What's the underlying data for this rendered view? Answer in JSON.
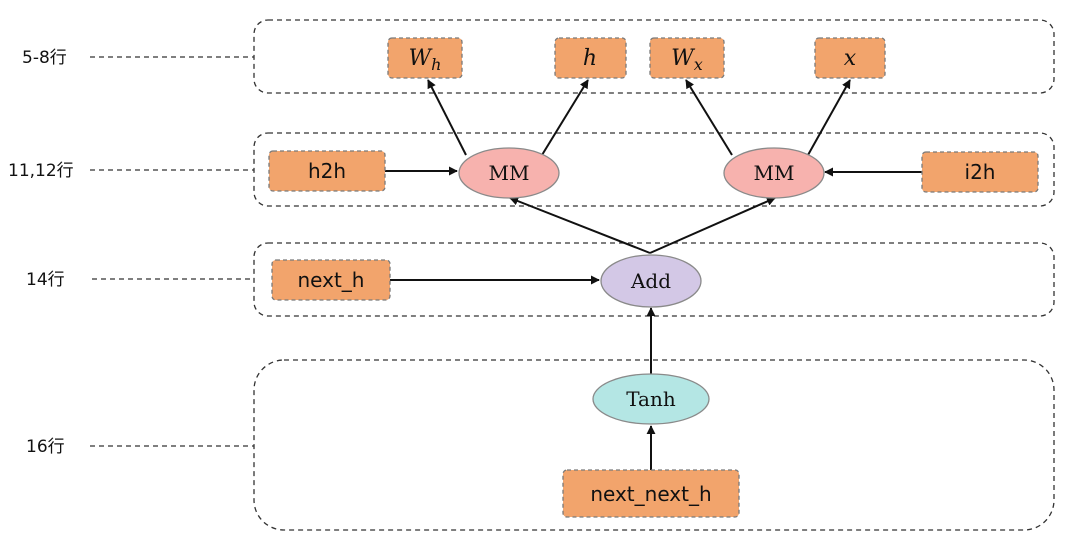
{
  "row_labels": {
    "lines_5_8": "5-8行",
    "lines_11_12": "11,12行",
    "line_14": "14行",
    "line_16": "16行"
  },
  "variables": {
    "w_h": {
      "base": "W",
      "sub": "h"
    },
    "h": "h",
    "w_x": {
      "base": "W",
      "sub": "x"
    },
    "x": "x",
    "h2h": "h2h",
    "i2h": "i2h",
    "next_h": "next_h",
    "next_next_h": "next_next_h"
  },
  "operations": {
    "mm_left": "MM",
    "mm_right": "MM",
    "add": "Add",
    "tanh": "Tanh"
  },
  "colors": {
    "variable_fill": "#f2a46c",
    "mm_fill": "#f7b2ae",
    "add_fill": "#d3c8e6",
    "tanh_fill": "#b4e6e4"
  }
}
